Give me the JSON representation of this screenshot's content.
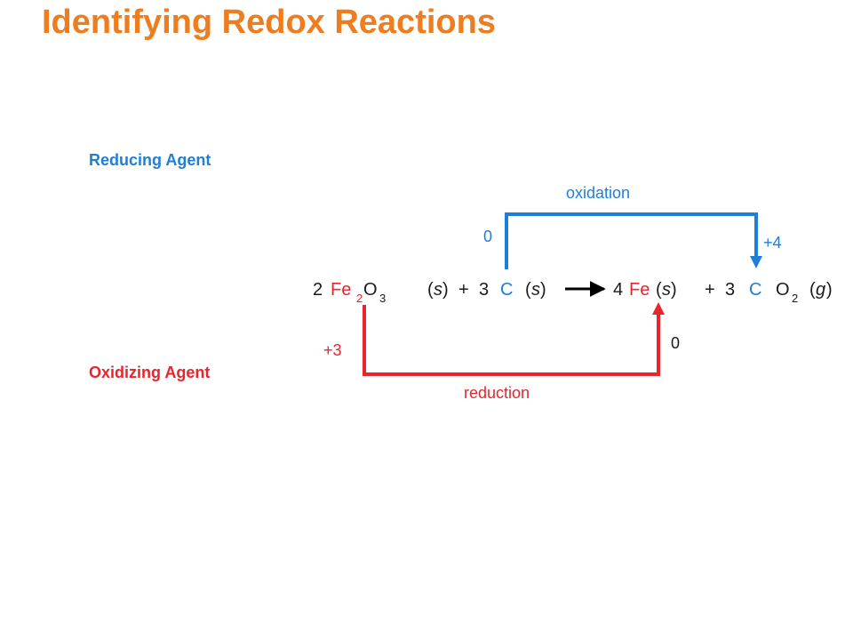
{
  "title": "Identifying Redox Reactions",
  "agents": {
    "reducing": "Reducing Agent",
    "oxidizing": "Oxidizing Agent"
  },
  "equation": {
    "coef_fe2o3": "2",
    "fe_symbol": "Fe",
    "fe_sub": "2",
    "o_symbol": "O",
    "o_sub": "3",
    "state_paren_open": "(",
    "state_s": "s",
    "state_paren_close": ")",
    "plus": "+",
    "coef_c": "3",
    "c_symbol": "C",
    "coef_fe": "4",
    "coef_co2": "3",
    "o2_sub": "2",
    "state_g": "g"
  },
  "oxidation": {
    "label": "oxidation",
    "from_number": "0",
    "to_number": "+4",
    "color": "#1e7fd8"
  },
  "reduction": {
    "label": "reduction",
    "from_number": "+3",
    "to_number": "0",
    "color": "#e8252d"
  },
  "colors": {
    "title": "#ed7d1f",
    "iron": "#e8252d",
    "carbon": "#1e7fd8",
    "text": "#1a1a1a",
    "arrow": "#000000"
  }
}
